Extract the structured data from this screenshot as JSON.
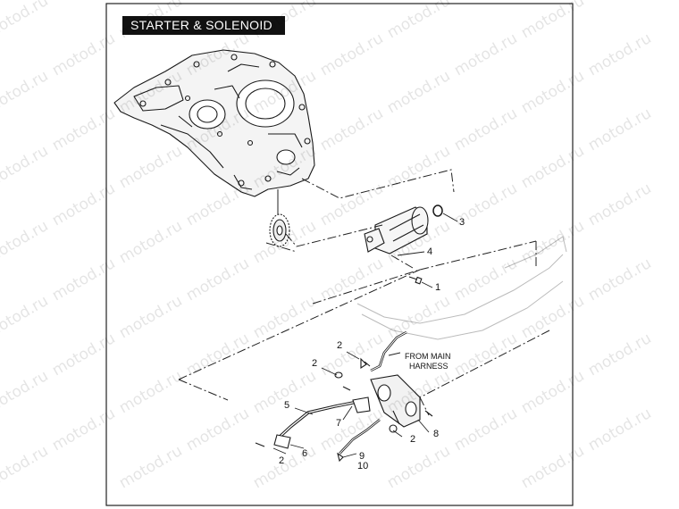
{
  "title": "STARTER & SOLENOID",
  "watermark": "motod.ru",
  "harness_note": [
    "FROM MAIN",
    "HARNESS"
  ],
  "callouts": [
    "1",
    "2",
    "3",
    "4",
    "5",
    "6",
    "7",
    "8",
    "9",
    "10"
  ]
}
